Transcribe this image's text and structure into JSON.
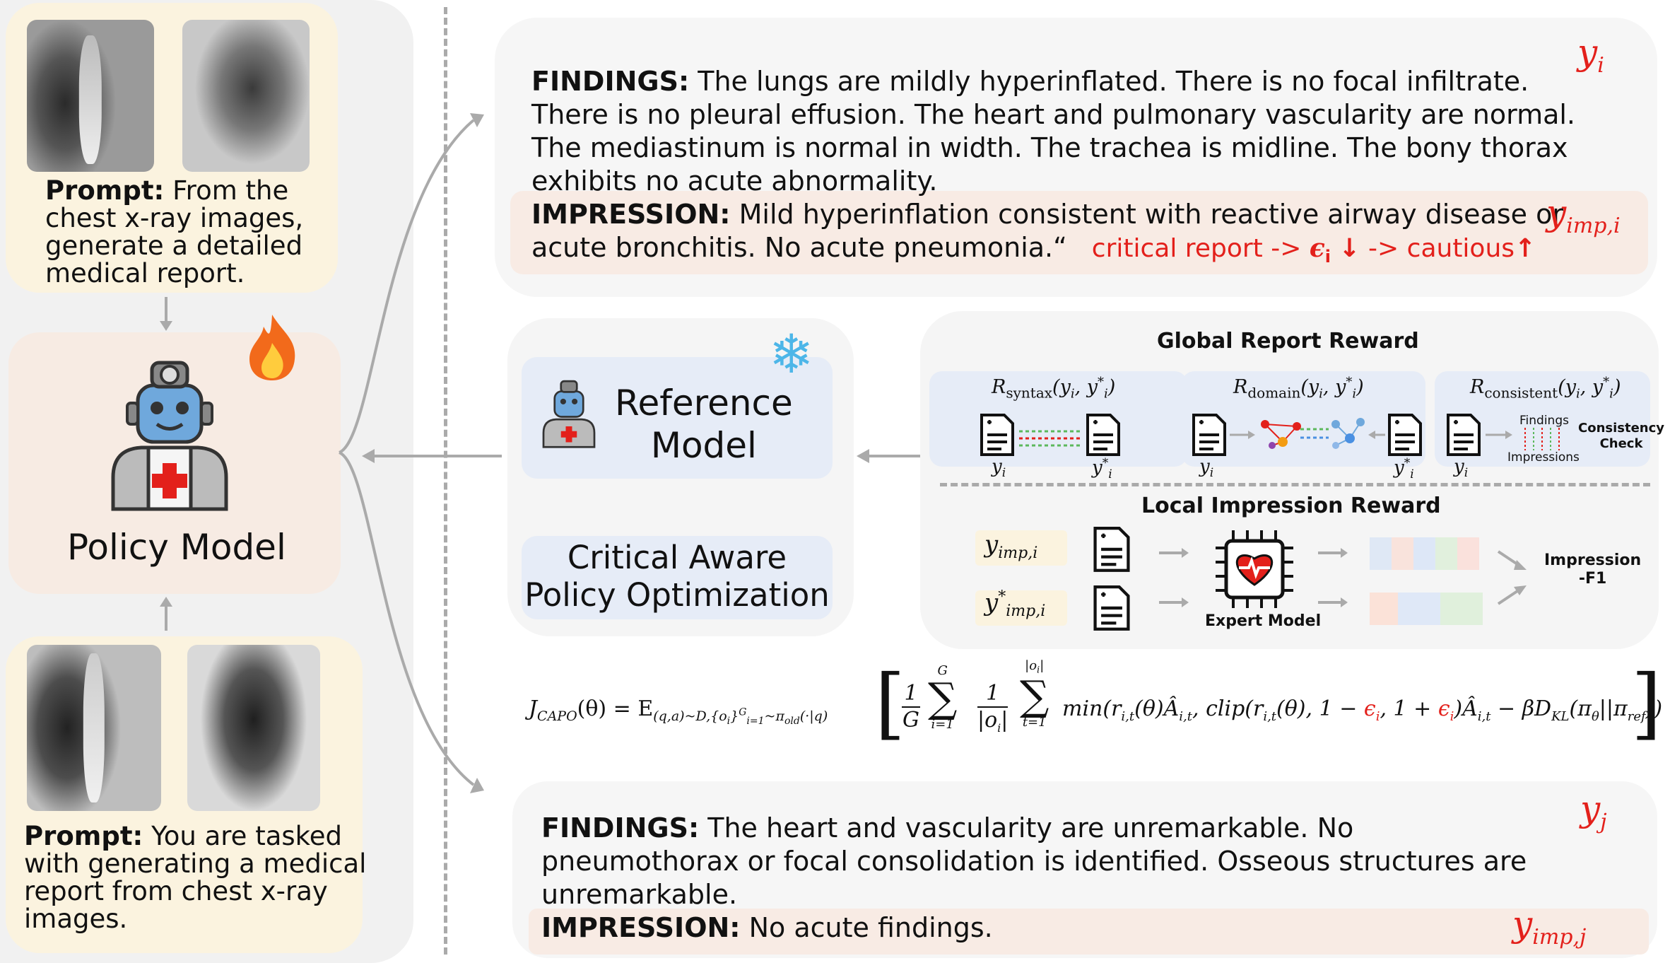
{
  "left_column": {
    "prompt_top_label": "Prompt:",
    "prompt_top_text": [
      "From the",
      "chest x-ray images,",
      "generate a detailed",
      "medical report."
    ],
    "policy_model_label": "Policy Model",
    "prompt_bottom_label": "Prompt:",
    "prompt_bottom_text": [
      "You are tasked",
      "with generating a medical",
      "report from  chest x-ray",
      "images."
    ]
  },
  "report_top": {
    "findings_label": "FINDINGS:",
    "findings_lines": [
      "The lungs are mildly hyperinflated. There is no focal infiltrate.",
      "There is no pleural effusion. The heart and pulmonary vascularity are normal.",
      "The mediastinum is normal in width. The trachea is midline. The bony thorax",
      "exhibits no acute abnormality."
    ],
    "impression_label": "IMPRESSION:",
    "impression_line1": "Mild hyperinflation consistent with reactive airway disease or",
    "impression_line2": "acute bronchitis. No acute pneumonia.“",
    "critical_note_a": "critical report ->",
    "epsilon": "ϵ",
    "epsilon_sub": "i",
    "down_arrow": "↓",
    "critical_note_b": "->  cautious",
    "up_arrow": "↑",
    "y_label": "y",
    "y_sub": "i",
    "y_imp_label": "y",
    "y_imp_sub": "imp,i"
  },
  "reference_model": {
    "title_line1": "Reference",
    "title_line2": "Model",
    "capo_line1": "Critical Aware",
    "capo_line2": "Policy Optimization"
  },
  "reward_panel": {
    "global_title": "Global Report Reward",
    "syntax_R": "R",
    "syntax_sub": "syntax",
    "syntax_args": "(y",
    "domain_sub": "domain",
    "consistent_sub": "consistent",
    "args_tail": ", y",
    "args_close": ")",
    "sub_i": "i",
    "star": "*",
    "yi": "y",
    "findings": "Findings",
    "impressions": "Impressions",
    "consistency_check_1": "Consistency",
    "consistency_check_2": "Check",
    "local_title": "Local Impression Reward",
    "y_imp_i": "y",
    "imp_i_sub": "imp,i",
    "expert_model": "Expert Model",
    "impression_f1_1": "Impression",
    "impression_f1_2": "-F1"
  },
  "formula": {
    "J": "J",
    "J_sub": "CAPO",
    "theta": "(θ) = E",
    "E_sub": "(q,a)~D,{o",
    "E_sub2": "i",
    "E_sub3": "}",
    "E_sub4": "G",
    "E_sub5": "i=1",
    "E_sub6": "~π",
    "E_sub7": "old",
    "E_sub8": "(·|q)",
    "frac1_num": "1",
    "frac1_den": "G",
    "sum1_top": "G",
    "sum1_bot": "i=1",
    "frac2_num": "1",
    "frac2_den": "|o",
    "frac2_den_sub": "i",
    "frac2_den_close": "|",
    "sum2_top": "|o",
    "sum2_top_sub": "i",
    "sum2_top_close": "|",
    "sum2_bot": "t=1",
    "body_a": "min(r",
    "sub_it": "i,t",
    "body_b": "(θ)Â",
    "body_c": ", clip(r",
    "body_d": "(θ), 1 − ",
    "eps": "ϵ",
    "eps_sub": "i",
    "body_e": ", 1 + ",
    "body_f": ")Â",
    "body_g": " − βD",
    "kl_sub": "KL",
    "body_h": "(π",
    "theta_sub": "θ",
    "body_i": "||π",
    "ref_sub": "ref",
    "body_j": "))"
  },
  "report_bottom": {
    "findings_label": "FINDINGS:",
    "findings_lines": [
      "The heart and vascularity are unremarkable. No",
      "pneumothorax or focal consolidation is identified. Osseous structures are",
      "unremarkable."
    ],
    "impression_label": "IMPRESSION:",
    "impression_text": "No acute findings.",
    "y_label": "y",
    "y_sub": "j",
    "y_imp_label": "y",
    "y_imp_sub": "imp,j"
  },
  "colors": {
    "left_bg": "#f1f1f1",
    "prompt_bg": "#fbf3df",
    "policy_bg": "#f7ebe3",
    "report_bg": "#f6f6f6",
    "impression_bg": "#f8ebe4",
    "ref_panel_bg": "#f5f5f5",
    "blue_box": "#e6ecf7",
    "accent_red": "#e3201b"
  }
}
